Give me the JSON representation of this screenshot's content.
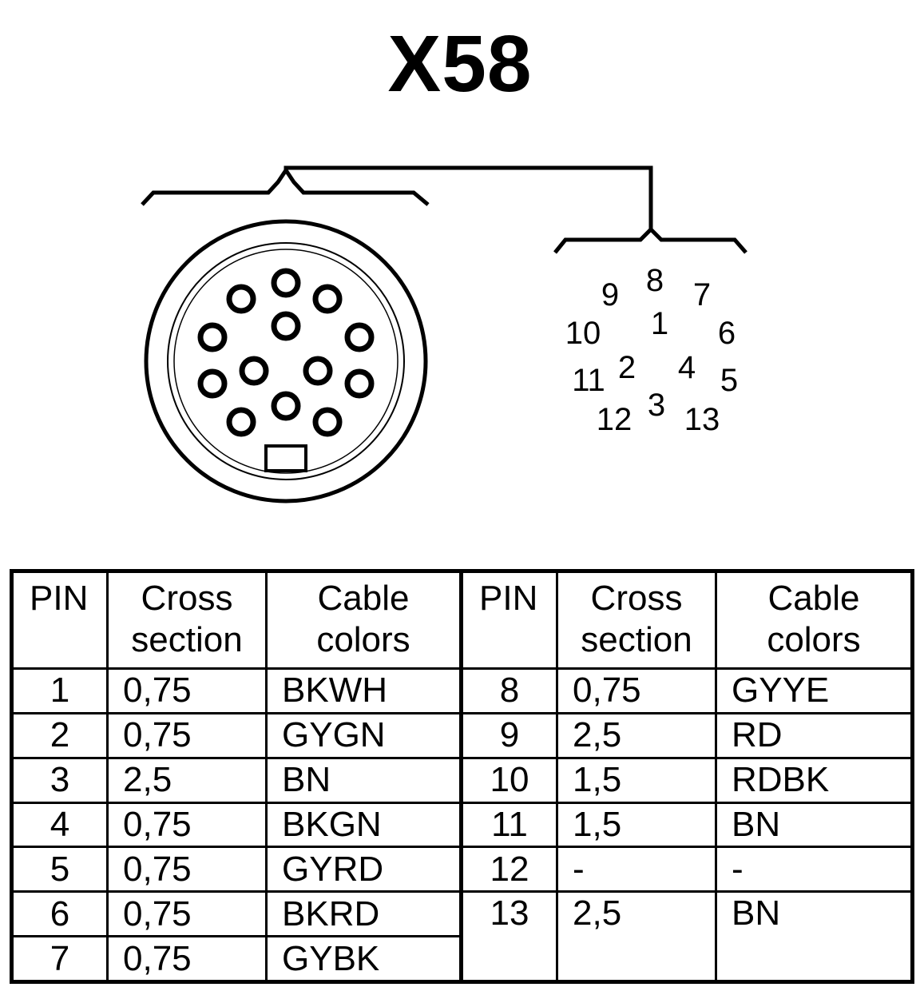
{
  "title": "X58",
  "pin_labels": [
    "1",
    "2",
    "3",
    "4",
    "5",
    "6",
    "7",
    "8",
    "9",
    "10",
    "11",
    "12",
    "13"
  ],
  "table": {
    "headers": {
      "pin": "PIN",
      "cross_section": [
        "Cross",
        "section"
      ],
      "cable_colors": [
        "Cable",
        "colors"
      ]
    },
    "left": [
      {
        "pin": "1",
        "cross": "0,75",
        "color": "BKWH"
      },
      {
        "pin": "2",
        "cross": "0,75",
        "color": "GYGN"
      },
      {
        "pin": "3",
        "cross": "2,5",
        "color": "BN"
      },
      {
        "pin": "4",
        "cross": "0,75",
        "color": "BKGN"
      },
      {
        "pin": "5",
        "cross": "0,75",
        "color": "GYRD"
      },
      {
        "pin": "6",
        "cross": "0,75",
        "color": "BKRD"
      },
      {
        "pin": "7",
        "cross": "0,75",
        "color": "GYBK"
      }
    ],
    "right": [
      {
        "pin": "8",
        "cross": "0,75",
        "color": "GYYE"
      },
      {
        "pin": "9",
        "cross": "2,5",
        "color": "RD"
      },
      {
        "pin": "10",
        "cross": "1,5",
        "color": "RDBK"
      },
      {
        "pin": "11",
        "cross": "1,5",
        "color": "BN"
      },
      {
        "pin": "12",
        "cross": "-",
        "color": "-"
      },
      {
        "pin": "13",
        "cross": "2,5",
        "color": "BN"
      }
    ]
  }
}
